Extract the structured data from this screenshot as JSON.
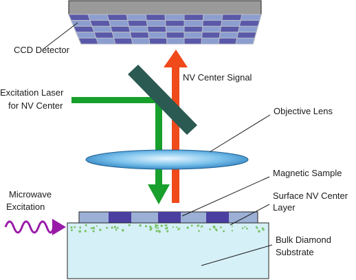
{
  "labels": {
    "ccd_detector": "CCD Detector",
    "nv_signal": "NV Center Signal",
    "excitation_laser_line1": "Excitation Laser",
    "excitation_laser_line2": "for NV Center",
    "objective_lens": "Objective Lens",
    "magnetic_sample": "Magnetic Sample",
    "microwave_line1": "Microwave",
    "microwave_line2": "Excitation",
    "surface_nv_line1": "Surface NV Center",
    "surface_nv_line2": "Layer",
    "bulk_diamond_line1": "Bulk Diamond",
    "bulk_diamond_line2": "Substrate"
  },
  "colors": {
    "green_laser": "#17a02b",
    "red_signal": "#f0491a",
    "mirror": "#2b5a52",
    "microwave": "#9a1aa8",
    "lens": "#5fb2e6",
    "diamond": "#d6f0f8",
    "sample_light": "#9cb0d6",
    "sample_dark": "#4a3ea0",
    "nv_dots": "#7cc46a",
    "ccd_cell_a": "#5a58a8",
    "ccd_cell_b": "#8c9ed0"
  }
}
